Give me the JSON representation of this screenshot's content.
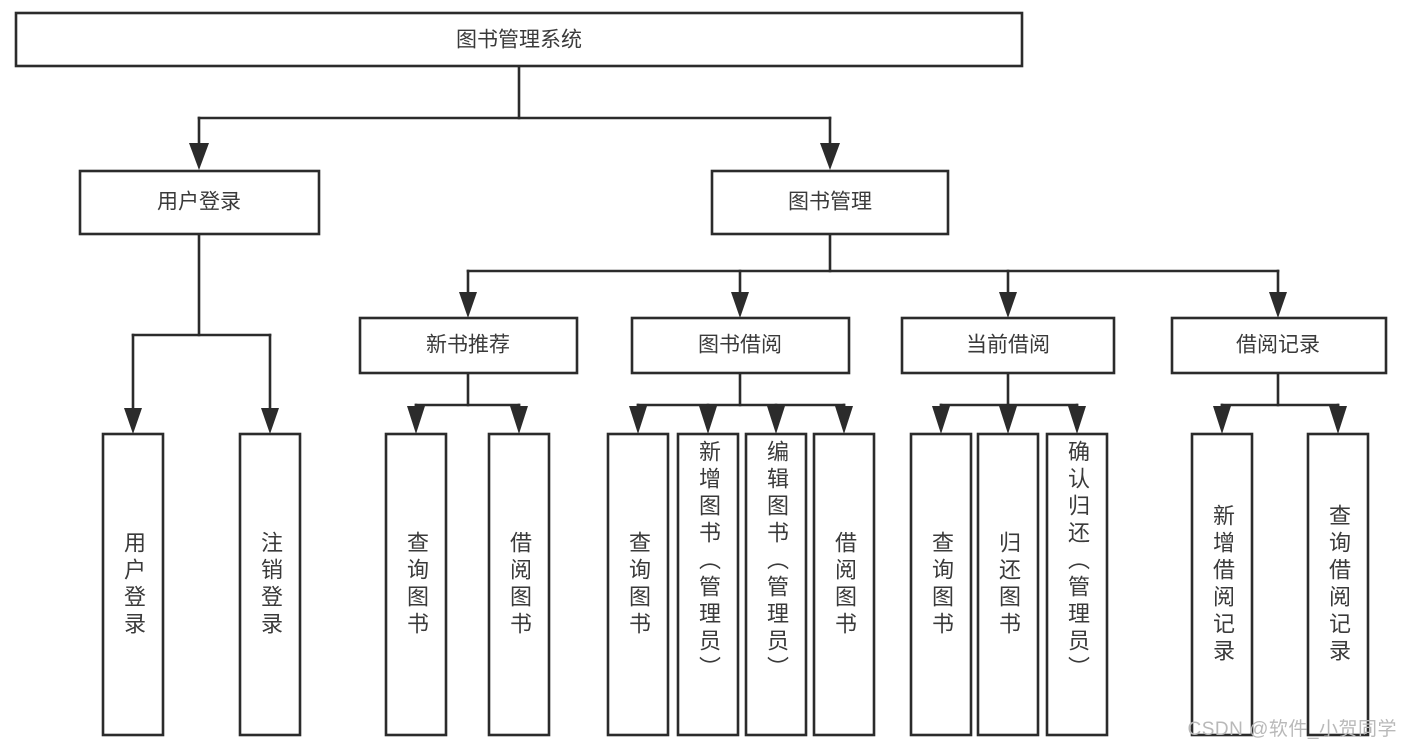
{
  "diagram": {
    "title": "图书管理系统",
    "type": "hierarchy-tree",
    "watermark": "CSDN @软件_小贺同学",
    "colors": {
      "stroke": "#2b2b2b",
      "box_fill": "#ffffff",
      "text": "#3a3a3a",
      "background": "#ffffff",
      "watermark": "#b9b9b9"
    },
    "root": {
      "label": "图书管理系统",
      "children": [
        {
          "label": "用户登录",
          "children": [
            {
              "label": "用户登录"
            },
            {
              "label": "注销登录"
            }
          ]
        },
        {
          "label": "图书管理",
          "children": [
            {
              "label": "新书推荐",
              "children": [
                {
                  "label": "查询图书"
                },
                {
                  "label": "借阅图书"
                }
              ]
            },
            {
              "label": "图书借阅",
              "children": [
                {
                  "label": "查询图书"
                },
                {
                  "label": "新增图书（管理员）"
                },
                {
                  "label": "编辑图书（管理员）"
                },
                {
                  "label": "借阅图书"
                }
              ]
            },
            {
              "label": "当前借阅",
              "children": [
                {
                  "label": "查询图书"
                },
                {
                  "label": "归还图书"
                },
                {
                  "label": "确认归还（管理员）"
                }
              ]
            },
            {
              "label": "借阅记录",
              "children": [
                {
                  "label": "新增借阅记录"
                },
                {
                  "label": "查询借阅记录"
                }
              ]
            }
          ]
        }
      ]
    },
    "nodes": {
      "root_title": "图书管理系统",
      "level2": [
        {
          "id": "user-login",
          "label": "用户登录"
        },
        {
          "id": "book-management",
          "label": "图书管理"
        }
      ],
      "level3": [
        {
          "id": "new-book-recommend",
          "label": "新书推荐"
        },
        {
          "id": "book-borrow",
          "label": "图书借阅"
        },
        {
          "id": "current-borrow",
          "label": "当前借阅"
        },
        {
          "id": "borrow-record",
          "label": "借阅记录"
        }
      ],
      "leaves": [
        {
          "id": "leaf-user-login",
          "label": "用户登录"
        },
        {
          "id": "leaf-logout",
          "label": "注销登录"
        },
        {
          "id": "leaf-query-book-1",
          "label": "查询图书"
        },
        {
          "id": "leaf-borrow-book-1",
          "label": "借阅图书"
        },
        {
          "id": "leaf-query-book-2",
          "label": "查询图书"
        },
        {
          "id": "leaf-add-book-admin",
          "label": "新增图书（管理员）"
        },
        {
          "id": "leaf-edit-book-admin",
          "label": "编辑图书（管理员）"
        },
        {
          "id": "leaf-borrow-book-2",
          "label": "借阅图书"
        },
        {
          "id": "leaf-query-book-3",
          "label": "查询图书"
        },
        {
          "id": "leaf-return-book",
          "label": "归还图书"
        },
        {
          "id": "leaf-confirm-return-admin",
          "label": "确认归还（管理员）"
        },
        {
          "id": "leaf-add-borrow-record",
          "label": "新增借阅记录"
        },
        {
          "id": "leaf-query-borrow-record",
          "label": "查询借阅记录"
        }
      ]
    }
  }
}
